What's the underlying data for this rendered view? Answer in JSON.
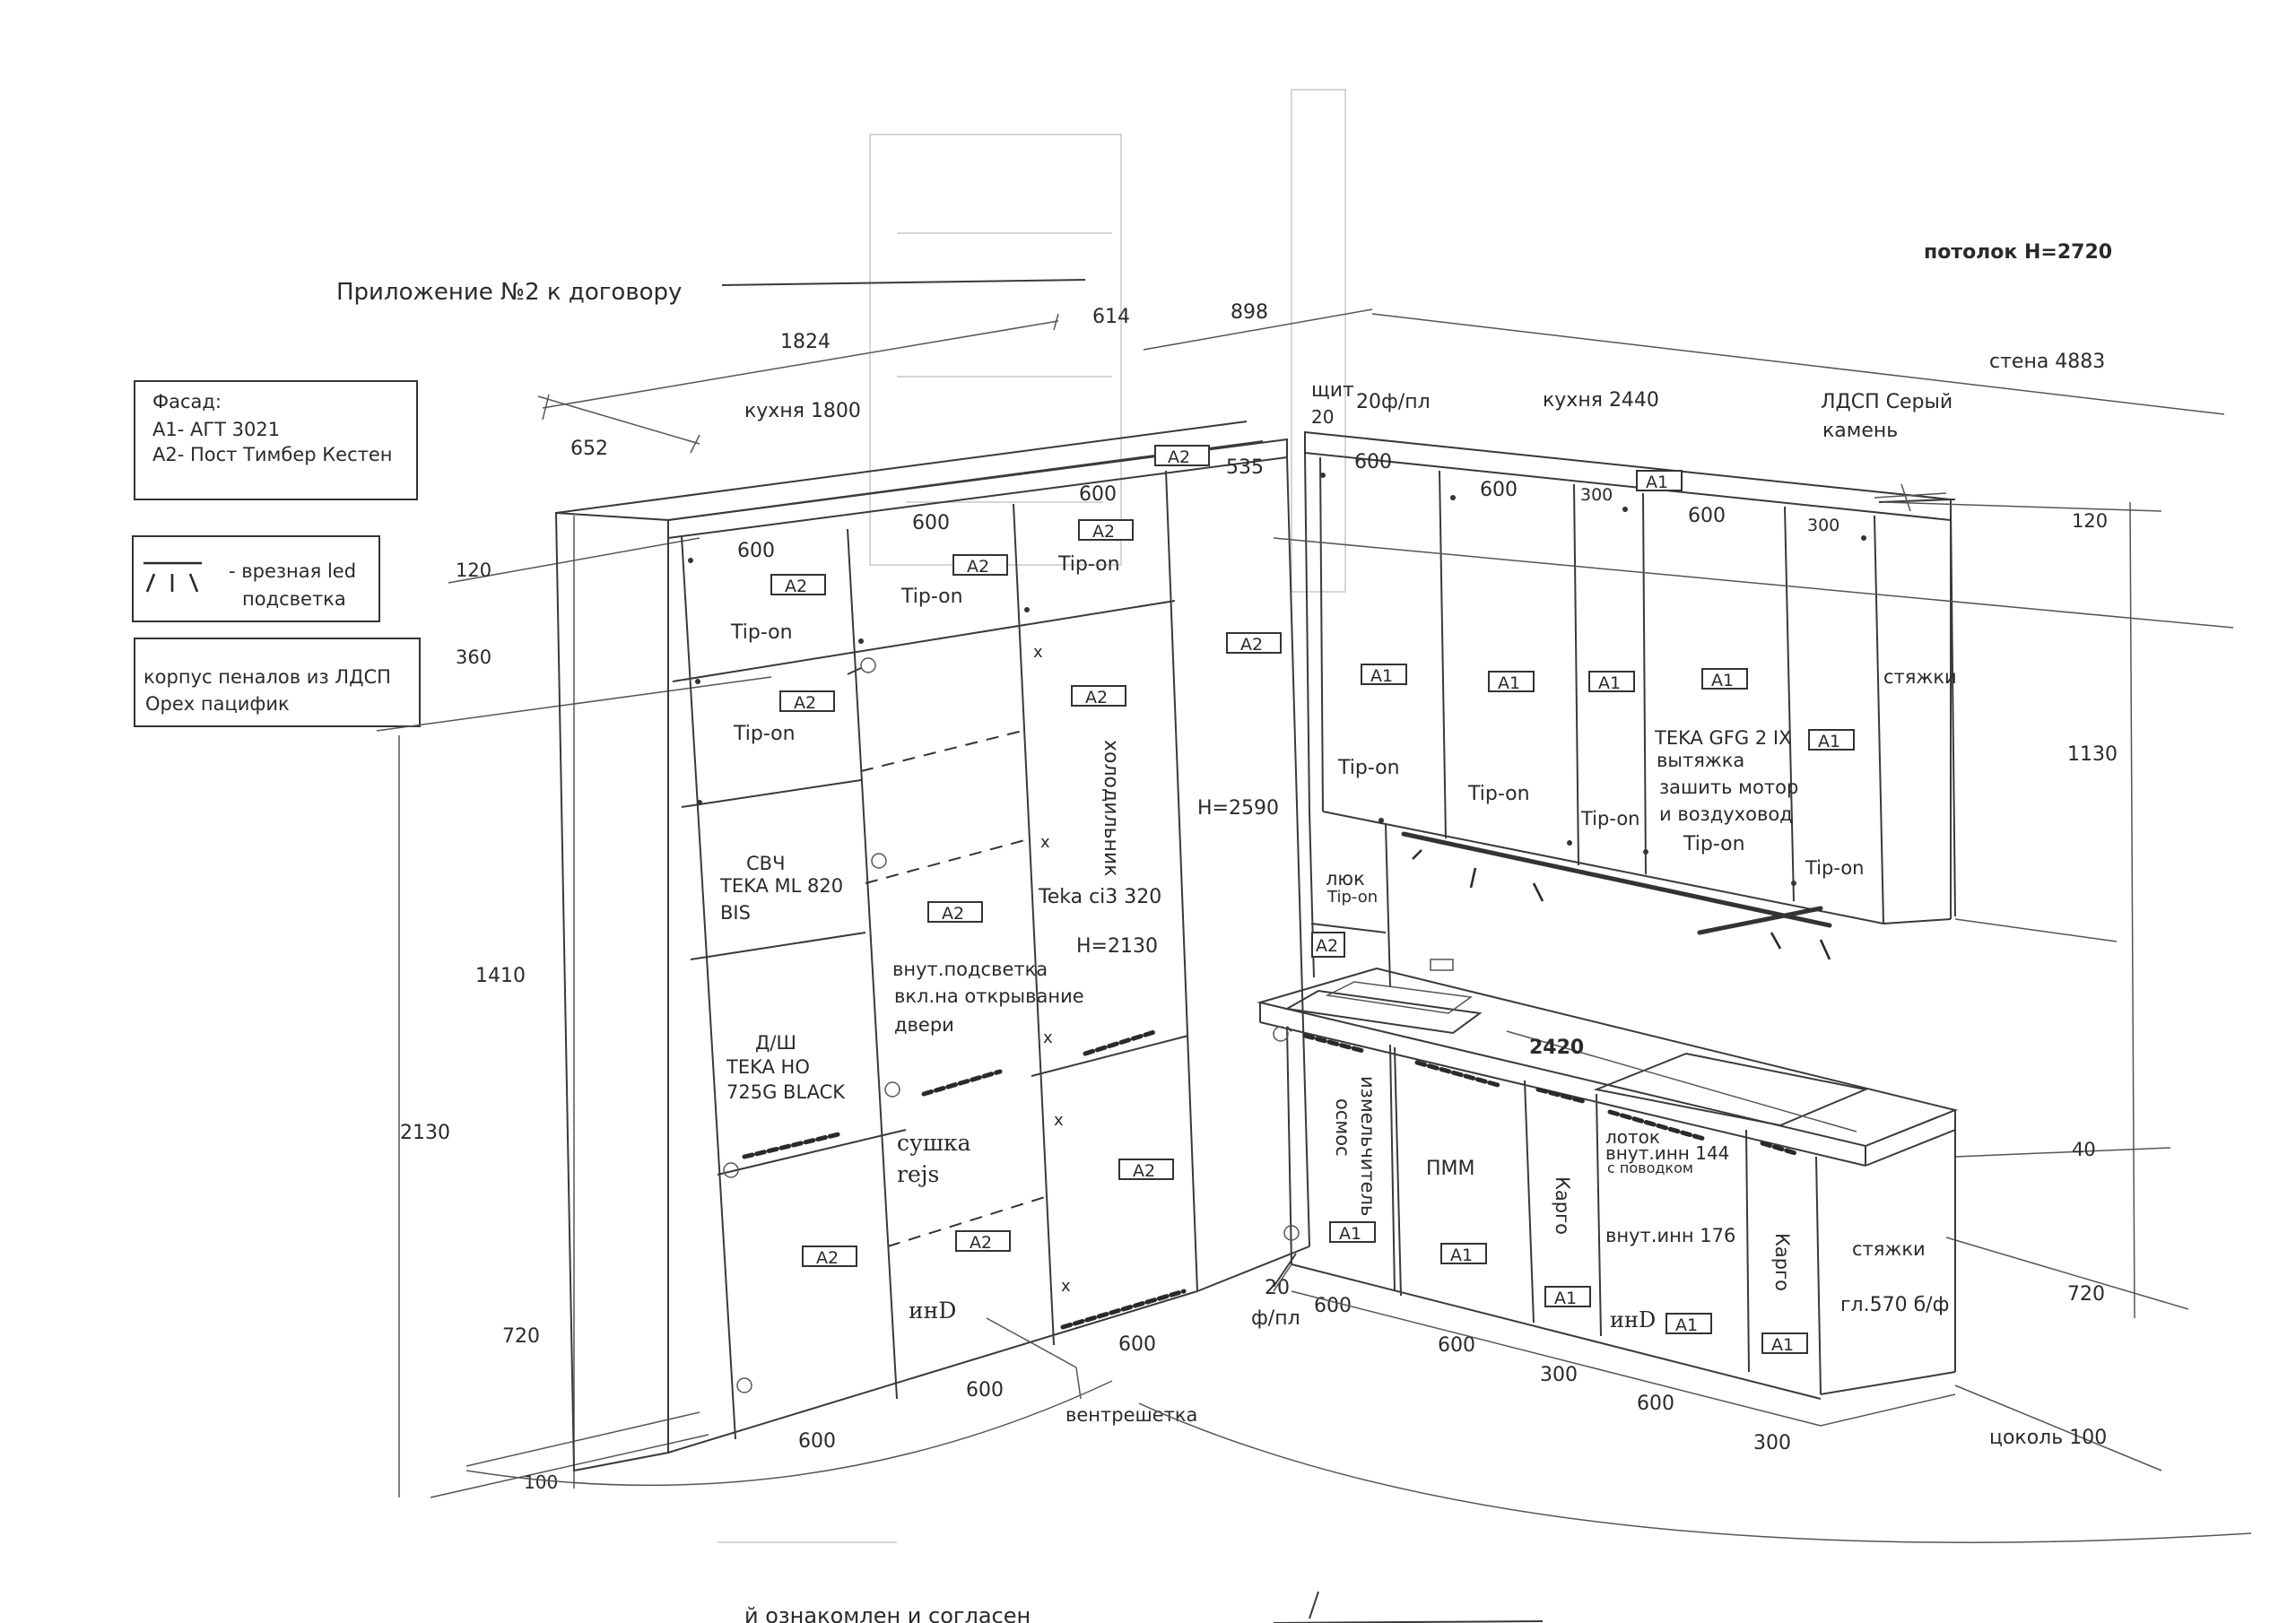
{
  "header": {
    "title": "Приложение №2 к договору",
    "ceiling": "потолок Н=2720",
    "footer_text": "й ознакомлен и согласен"
  },
  "legend": {
    "facade_title": "Фасад:",
    "facade_a1": "А1- АГТ 3021",
    "facade_a2": "А2- Пост Тимбер Кестен",
    "led_text": "- врезная led",
    "led_text2": "подсветка",
    "case_text": "корпус пеналов из ЛДСП",
    "case_text2": "Орех пацифик"
  },
  "dimensions": {
    "d1824": "1824",
    "d614": "614",
    "d898": "898",
    "d652": "652",
    "kitchen1800": "кухня 1800",
    "kitchen2440": "кухня  2440",
    "wall4883": "стена 4883",
    "shield": "щит",
    "d20": "20",
    "d20fpl": "20ф/пл",
    "ldsp_gray": "ЛДСП Серый",
    "ldsp_gray2": "камень",
    "d120l": "120",
    "d360": "360",
    "d1410": "1410",
    "d2130": "2130",
    "d720l": "720",
    "d100": "100",
    "d120r": "120",
    "d1130": "1130",
    "d40": "40",
    "d720r": "720",
    "plinth": "цоколь  100",
    "d535": "535",
    "h2590": "Н=2590",
    "top2420": "2420",
    "w600_1": "600",
    "w600_2": "600",
    "w600_3": "600",
    "u600_1": "600",
    "u600_2": "600",
    "u300_1": "300",
    "u600_3": "600",
    "u300_2": "300",
    "b600_1": "600",
    "b600_2": "600",
    "b600_3": "600",
    "r600_1": "600",
    "r600_2": "600",
    "r300_1": "300",
    "r600_3": "600",
    "r300_2": "300",
    "d20b": "20",
    "fpl": "ф/пл"
  },
  "labels": {
    "a1": "А1",
    "a2": "А2",
    "tipon": "Tip-on",
    "svch": "СВЧ",
    "teka_ml": "TEKA ML 820",
    "bis": "BIS",
    "dsh": "Д/Ш",
    "teka_ho": "TEKA HO",
    "black": "725G BLACK",
    "fridge": "холодильник",
    "teka_ci3": "Teka ci3 320",
    "h2130": "Н=2130",
    "inner_light1": "внут.подсветка",
    "inner_light2": "вкл.на открывание",
    "inner_light3": "двери",
    "dryer1": "сушка",
    "dryer2": "rejs",
    "ind": "инD",
    "vent": "вентрешетка",
    "hatch": "люк",
    "hood1": "TEKA GFG 2 IX",
    "hood2": "вытяжка",
    "hood3": "зашить мотор",
    "hood4": "и воздуховод",
    "ties": "стяжки",
    "ties_bottom": "стяжки",
    "depth570": "гл.570 б/ф",
    "grinder": "измельчитель",
    "osmos": "осмос",
    "pmm": "ПММ",
    "cargo1": "Карго",
    "cargo2": "Карго",
    "tray1": "лоток",
    "tray2": "внут.инн 144",
    "tray3": "с поводком",
    "inner176": "внут.инн 176"
  }
}
